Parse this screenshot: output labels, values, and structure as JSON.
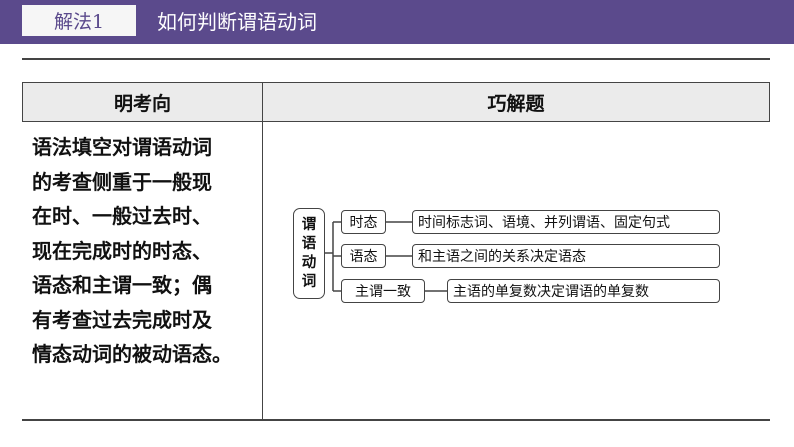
{
  "header": {
    "tag": "解法1",
    "title": "如何判断谓语动词"
  },
  "table": {
    "col_left_header": "明考向",
    "col_right_header": "巧解题",
    "left_lines": [
      "语法填空对谓语动词",
      "的考查侧重于一般现",
      "在时、一般过去时、",
      "现在完成时的时态、",
      "语态和主谓一致；偶",
      "有考查过去完成时及",
      "情态动词的被动语态。"
    ]
  },
  "diagram": {
    "root": [
      "谓",
      "语",
      "动",
      "词"
    ],
    "branches": [
      {
        "category": "时态",
        "detail": "时间标志词、语境、并列谓语、固定句式"
      },
      {
        "category": "语态",
        "detail": "和主语之间的关系决定语态"
      },
      {
        "category": "主谓一致",
        "detail": "主语的单复数决定谓语的单复数"
      }
    ]
  },
  "colors": {
    "banner": "#5b4a8c",
    "header_fill": "#ebebeb"
  }
}
